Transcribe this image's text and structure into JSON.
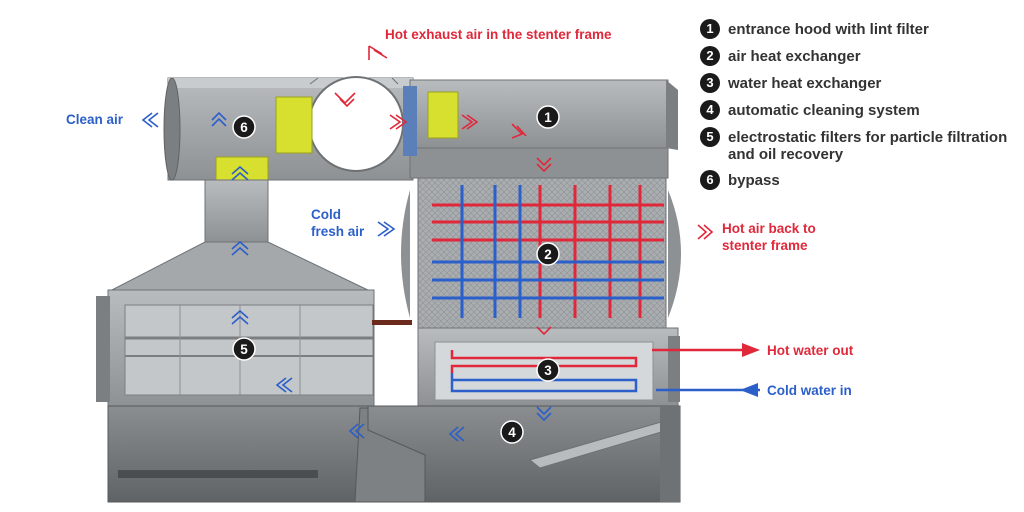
{
  "labels": {
    "hot_exhaust": "Hot exhaust air in the stenter frame",
    "clean_air": "Clean air",
    "cold_fresh_line1": "Cold",
    "cold_fresh_line2": "fresh air",
    "hot_back_line1": "Hot air back to",
    "hot_back_line2": "stenter frame",
    "hot_water_out": "Hot water out",
    "cold_water_in": "Cold water in"
  },
  "markers": [
    "1",
    "2",
    "3",
    "4",
    "5",
    "6"
  ],
  "legend": [
    {
      "num": "1",
      "text": "entrance hood with lint filter"
    },
    {
      "num": "2",
      "text": "air heat exchanger"
    },
    {
      "num": "3",
      "text": "water heat exchanger"
    },
    {
      "num": "4",
      "text": "automatic cleaning system"
    },
    {
      "num": "5",
      "text": "electrostatic filters for particle filtration and oil recovery"
    },
    {
      "num": "6",
      "text": "bypass"
    }
  ],
  "colors": {
    "hot": "#e0283a",
    "cold": "#2b5fc9",
    "machine": "#9fa3a6",
    "machine_dark": "#6e7275",
    "filter": "#d7e02f"
  }
}
